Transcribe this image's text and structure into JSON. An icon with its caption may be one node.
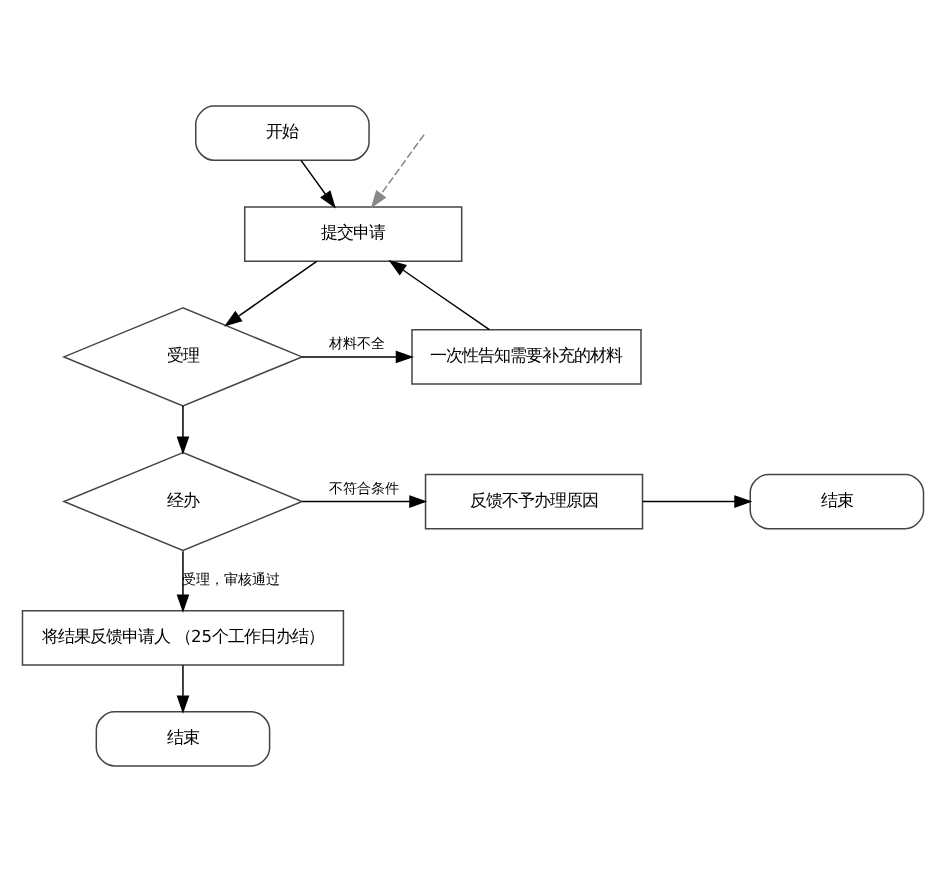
{
  "diagram": {
    "nodes": [
      {
        "text": [
          "开始"
        ]
      },
      {
        "text": [
          "提交申请"
        ]
      },
      {
        "text": [
          "一次性告知需要补充的材料"
        ]
      },
      {
        "text": [
          "受理"
        ]
      },
      {
        "text": [
          "经办"
        ]
      },
      {
        "text": [
          "反馈不予办理原因"
        ]
      },
      {
        "text": [
          "结束"
        ]
      },
      {
        "text": [
          "将结果反馈申请人 （25个工作日办结）"
        ]
      },
      {
        "text": [
          "结束"
        ]
      }
    ],
    "edges": [
      {
        "from": 0,
        "to": 1,
        "arrow": "to"
      },
      {
        "from": 1,
        "to": 3,
        "arrow": "to"
      },
      {
        "from": 3,
        "to": 2,
        "arrow": "to",
        "label": "材料不全"
      },
      {
        "from": 2,
        "to": 1,
        "arrow": "to"
      },
      {
        "from": 3,
        "to": 4,
        "arrow": "to"
      },
      {
        "from": 4,
        "to": 5,
        "arrow": "to",
        "label": "不符合条件"
      },
      {
        "from": 5,
        "to": 6,
        "arrow": "to"
      },
      {
        "from": 4,
        "to": 7,
        "arrow": "to",
        "label": "受理，审核通过"
      },
      {
        "from": 7,
        "to": 8,
        "arrow": "to"
      },
      {
        "from": null,
        "to": 1,
        "arrow": "to",
        "style": "dashed",
        "color": "#888888"
      }
    ]
  }
}
